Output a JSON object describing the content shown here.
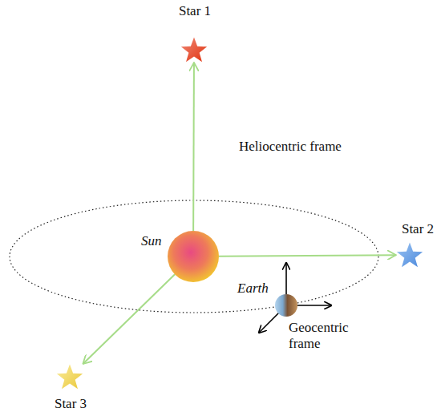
{
  "diagram": {
    "nodes": [
      {
        "text": [
          "Star 1"
        ]
      },
      {
        "text": [
          "Sun"
        ]
      },
      {
        "text": [
          "Star 2"
        ]
      },
      {
        "text": [
          "Earth"
        ]
      },
      {
        "text": [
          "Star 3"
        ]
      }
    ],
    "edges": [
      {
        "from": 1,
        "to": 0,
        "arrow": "to"
      },
      {
        "from": 1,
        "to": 2,
        "arrow": "to"
      },
      {
        "from": 1,
        "to": 4,
        "arrow": "to"
      }
    ],
    "labels": [
      "Heliocentric frame",
      "Geocentric frame"
    ]
  }
}
